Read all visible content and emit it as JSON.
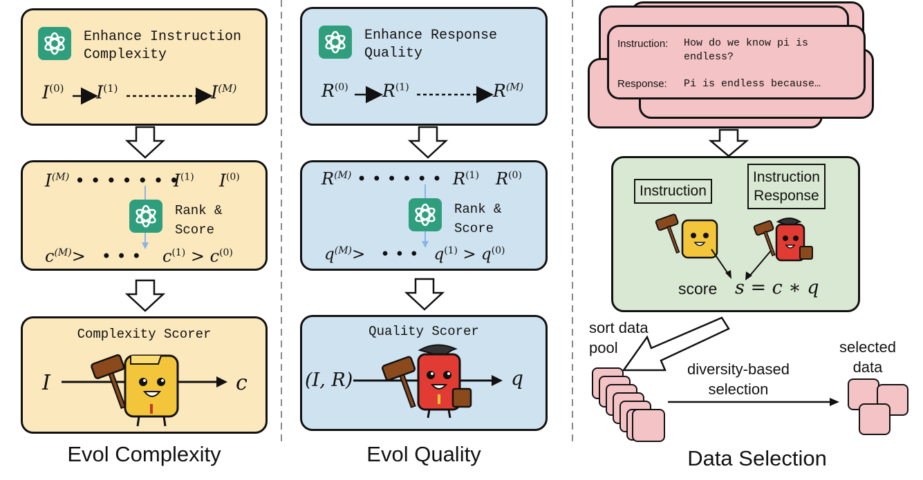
{
  "complexity": {
    "gen_title": "Enhance Instruction\nComplexity",
    "chain": [
      "I^(0)",
      "I^(1)",
      "I^(M)"
    ],
    "rank_seq": [
      "I^(M)",
      "I^(1)",
      "I^(0)"
    ],
    "rank_label": "Rank &\nScore",
    "score_seq": [
      "c^(M)",
      "c^(1)",
      "c^(0)"
    ],
    "scorer_title": "Complexity Scorer",
    "scorer_in": "I",
    "scorer_out": "c",
    "caption": "Evol Complexity"
  },
  "quality": {
    "gen_title": "Enhance Response\nQuality",
    "chain": [
      "R^(0)",
      "R^(1)",
      "R^(M)"
    ],
    "rank_seq": [
      "R^(M)",
      "R^(1)",
      "R^(0)"
    ],
    "rank_label": "Rank &\nScore",
    "score_seq": [
      "q^(M)",
      "q^(1)",
      "q^(0)"
    ],
    "scorer_title": "Quality Scorer",
    "scorer_in": "(I, R)",
    "scorer_out": "q",
    "caption": "Evol Quality"
  },
  "selection": {
    "instruction_key": "Instruction:",
    "instruction_val": "How do we know pi is\nendless?",
    "response_key": "Response:",
    "response_val": "Pi is endless because…",
    "judge_instruction": "Instruction",
    "judge_instr_resp": "Instruction\nResponse",
    "score_word": "score",
    "score_formula": "s = c ∗ q",
    "sort_label": "sort data\npool",
    "diversity_label": "diversity-based\nselection",
    "selected_label": "selected\ndata",
    "caption": "Data Selection"
  },
  "colors": {
    "yellow": "#fbe8bd",
    "blue": "#cfe2f0",
    "green": "#d9e8d2",
    "pink": "#f3c3c5",
    "gpt": "#2f9e7d"
  },
  "icons": [
    "openai-icon",
    "gavel-icon",
    "yellow-judge-icon",
    "red-judge-icon"
  ]
}
